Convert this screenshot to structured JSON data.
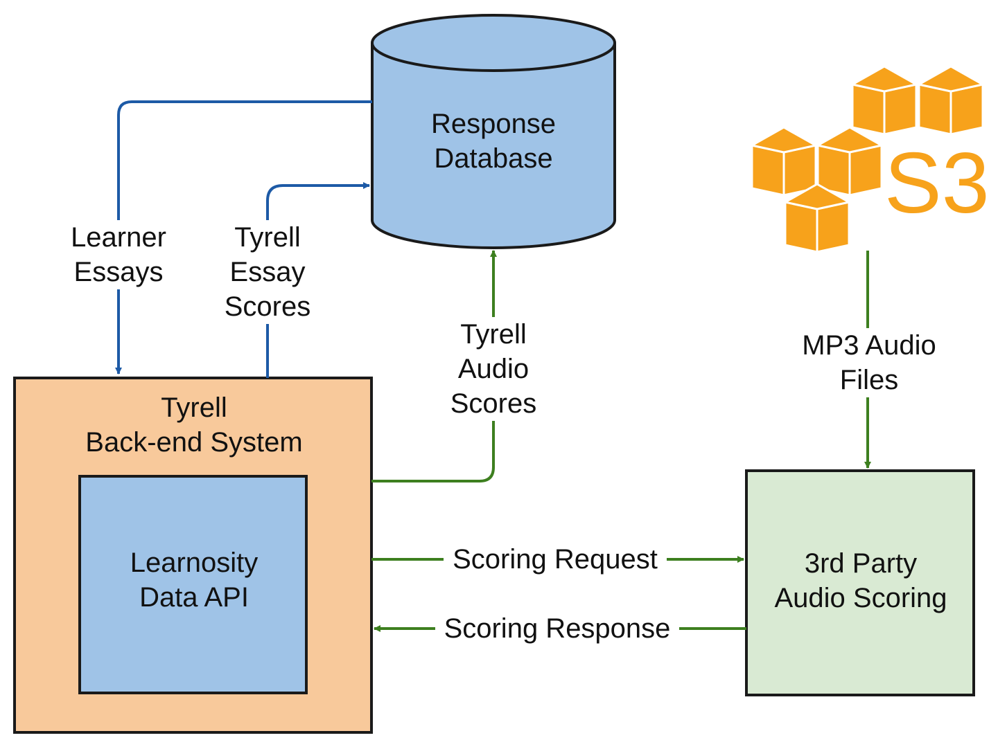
{
  "colors": {
    "blue_arrow": "#1d5aa6",
    "green_arrow": "#3d7f1f",
    "database_fill": "#9fc3e7",
    "backend_fill": "#f8c99b",
    "api_fill": "#9fc3e7",
    "scoring_fill": "#d9ead3",
    "s3_orange": "#f7a21b",
    "outline": "#1a1a1a"
  },
  "nodes": {
    "database": {
      "line1": "Response",
      "line2": "Database"
    },
    "backend": {
      "line1": "Tyrell",
      "line2": "Back-end System"
    },
    "api": {
      "line1": "Learnosity",
      "line2": "Data API"
    },
    "scoring": {
      "line1": "3rd Party",
      "line2": "Audio Scoring"
    },
    "s3": {
      "label": "S3",
      "icon": "aws-s3-cubes-icon"
    }
  },
  "edges": {
    "learner_essays": {
      "line1": "Learner",
      "line2": "Essays"
    },
    "essay_scores": {
      "line1": "Tyrell",
      "line2": "Essay",
      "line3": "Scores"
    },
    "audio_scores": {
      "line1": "Tyrell",
      "line2": "Audio",
      "line3": "Scores"
    },
    "mp3_files": {
      "line1": "MP3 Audio",
      "line2": "Files"
    },
    "scoring_request": {
      "label": "Scoring Request"
    },
    "scoring_response": {
      "label": "Scoring Response"
    }
  }
}
